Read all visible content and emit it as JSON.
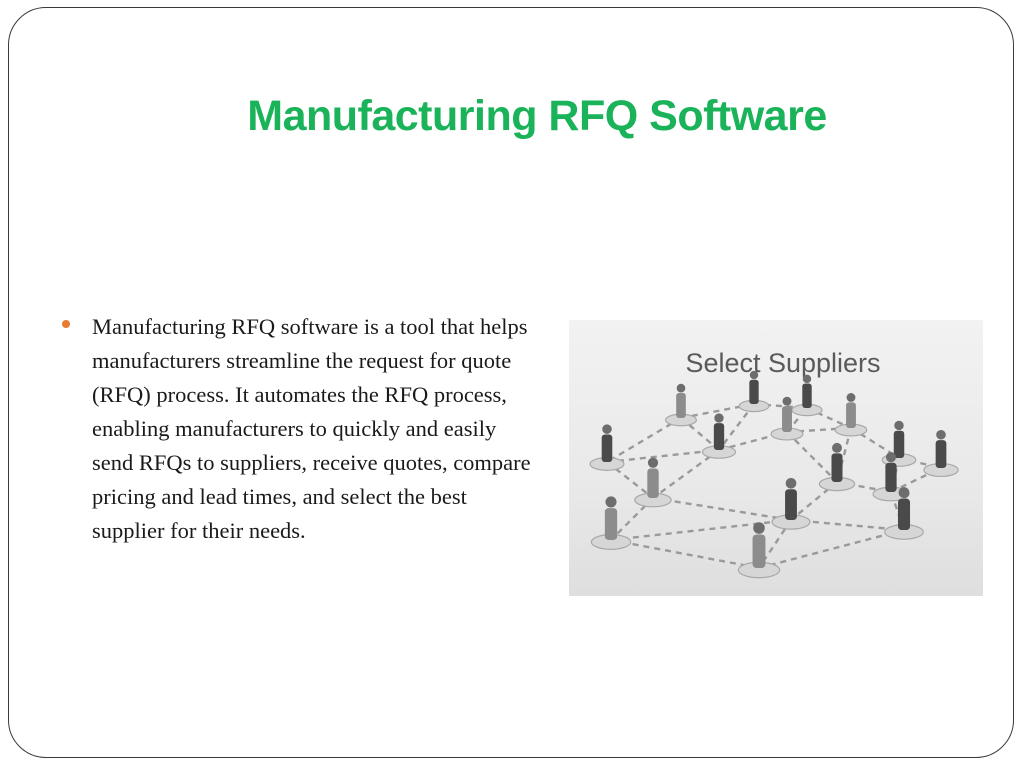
{
  "slide": {
    "title": "Manufacturing RFQ Software",
    "bullets": [
      "Manufacturing RFQ software is a tool that helps manufacturers streamline the request for quote (RFQ) process. It automates the RFQ process, enabling manufacturers to quickly and easily send RFQs to suppliers, receive quotes, compare pricing and lead times, and select the best supplier for their needs."
    ],
    "bullet_color": "#e87a32",
    "title_color": "#1bb35a"
  },
  "figure": {
    "caption": "Select Suppliers"
  }
}
